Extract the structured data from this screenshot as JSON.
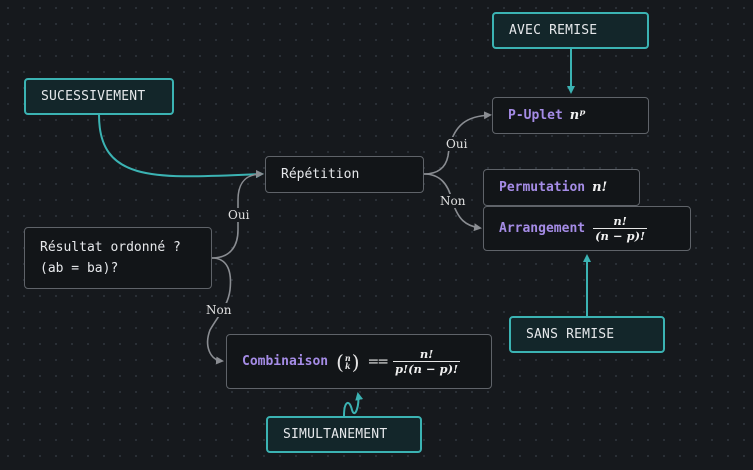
{
  "colors": {
    "teal": "#3bb3b3",
    "grey_wire": "#8a8d92",
    "purple": "#a58ce6",
    "background": "#16191d"
  },
  "nodes": {
    "successivement": "SUCESSIVEMENT",
    "avec_remise": "AVEC REMISE",
    "repetition": "Répétition",
    "puplet": {
      "label": "P-Uplet",
      "formula": "nᵖ"
    },
    "permutation": {
      "label": "Permutation",
      "formula": "n!"
    },
    "arrangement": {
      "label": "Arrangement",
      "num": "n!",
      "den": "(n − p)!"
    },
    "resultat_line1": "Résultat ordonné ?",
    "resultat_line2": "(ab = ba)?",
    "sans_remise": "SANS REMISE",
    "combinaison": {
      "label": "Combinaison",
      "binom_top": "n",
      "binom_bottom": "k",
      "equals": "==",
      "num": "n!",
      "den": "p!(n − p)!"
    },
    "simultanement": "SIMULTANEMENT"
  },
  "edge_labels": {
    "oui_repetition": "Oui",
    "non_repetition": "Non",
    "oui_resultat": "Oui",
    "non_resultat": "Non"
  }
}
